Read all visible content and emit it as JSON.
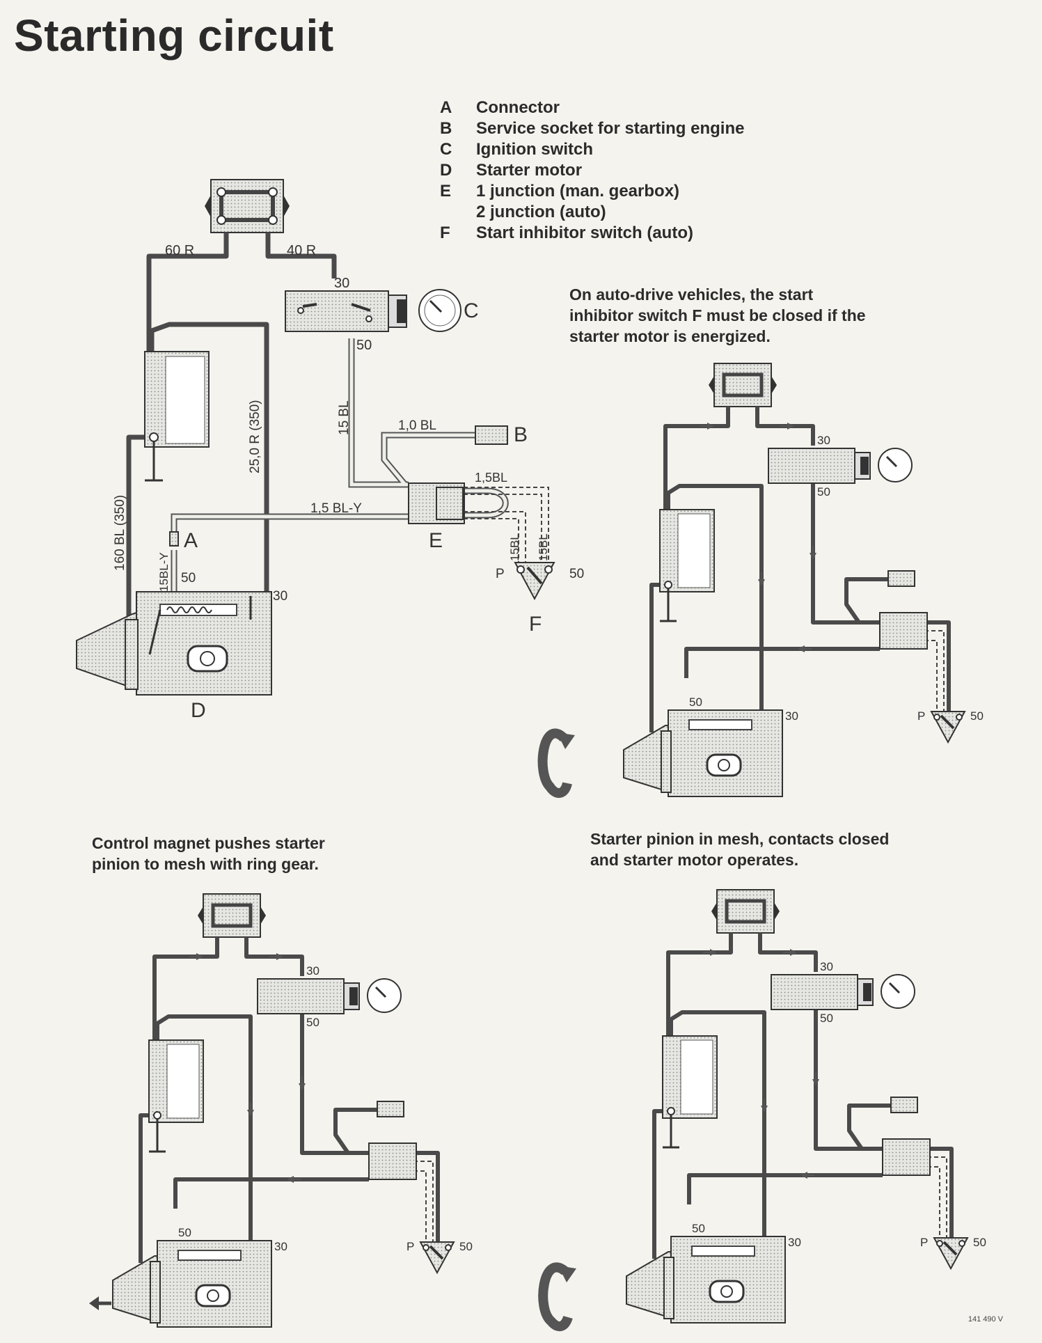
{
  "title": "Starting circuit",
  "legend": [
    {
      "key": "A",
      "label": "Connector"
    },
    {
      "key": "B",
      "label": "Service socket for starting engine"
    },
    {
      "key": "C",
      "label": "Ignition switch"
    },
    {
      "key": "D",
      "label": "Starter motor"
    },
    {
      "key": "E",
      "label": "1 junction (man. gearbox)"
    },
    {
      "key": "",
      "label": "2 junction (auto)"
    },
    {
      "key": "F",
      "label": "Start inhibitor switch (auto)"
    }
  ],
  "notes": {
    "auto_drive": "On auto-drive vehicles, the start inhibitor switch F must be closed if the starter motor is energized.",
    "control_magnet": "Control magnet pushes starter pinion to mesh with ring gear.",
    "pinion_mesh": "Starter pinion in mesh, contacts closed and starter motor operates."
  },
  "main_diagram": {
    "wires": {
      "w60r": "60 R",
      "w40r": "40 R",
      "w250r": "25,0 R (350)",
      "w160bl": "160 BL (350)",
      "w15bl": "15 BL",
      "w10bl": "1,0 BL",
      "w15bly": "1,5 BL-Y",
      "w15bly_v": "15BL-Y",
      "w15bl_e": "1,5BL",
      "w15bl_f1": "15BL",
      "w15bl_f2": "15BL"
    },
    "terminals": {
      "t30_switch": "30",
      "t50_switch": "50",
      "t50_motor": "50",
      "t30_motor": "30",
      "tP": "P",
      "t50_inhib": "50"
    },
    "component_letters": {
      "A": "A",
      "B": "B",
      "C": "C",
      "D": "D",
      "E": "E",
      "F": "F"
    }
  },
  "small_diagram_terminals": {
    "t30": "30",
    "t50": "50",
    "tP": "P"
  },
  "footer_code": "141 490 V"
}
